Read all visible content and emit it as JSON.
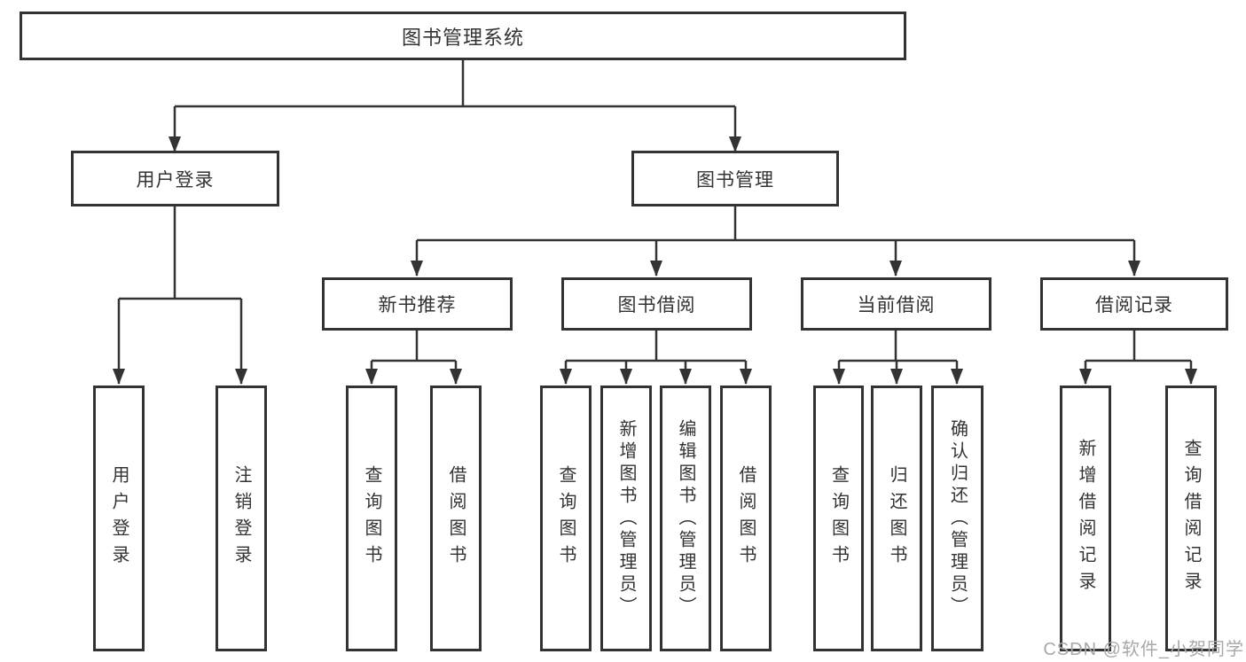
{
  "diagram": {
    "root": {
      "label": "图书管理系统"
    },
    "level2": [
      {
        "label": "用户登录"
      },
      {
        "label": "图书管理"
      }
    ],
    "level3": [
      {
        "label": "新书推荐"
      },
      {
        "label": "图书借阅"
      },
      {
        "label": "当前借阅"
      },
      {
        "label": "借阅记录"
      }
    ],
    "leaves": {
      "user_login": [
        "用户登录",
        "注销登录"
      ],
      "new_book_recommend": [
        "查询图书",
        "借阅图书"
      ],
      "book_borrow": [
        "查询图书",
        "新增图书（管理员）",
        "编辑图书（管理员）",
        "借阅图书"
      ],
      "current_borrow": [
        "查询图书",
        "归还图书",
        "确认归还（管理员）"
      ],
      "borrow_records": [
        "新增借阅记录",
        "查询借阅记录"
      ]
    }
  },
  "watermark": "CSDN @软件_小贺同学",
  "colors": {
    "line": "#333333",
    "text": "#333333",
    "watermark_text": "#a8a8a8",
    "background": "#ffffff"
  }
}
